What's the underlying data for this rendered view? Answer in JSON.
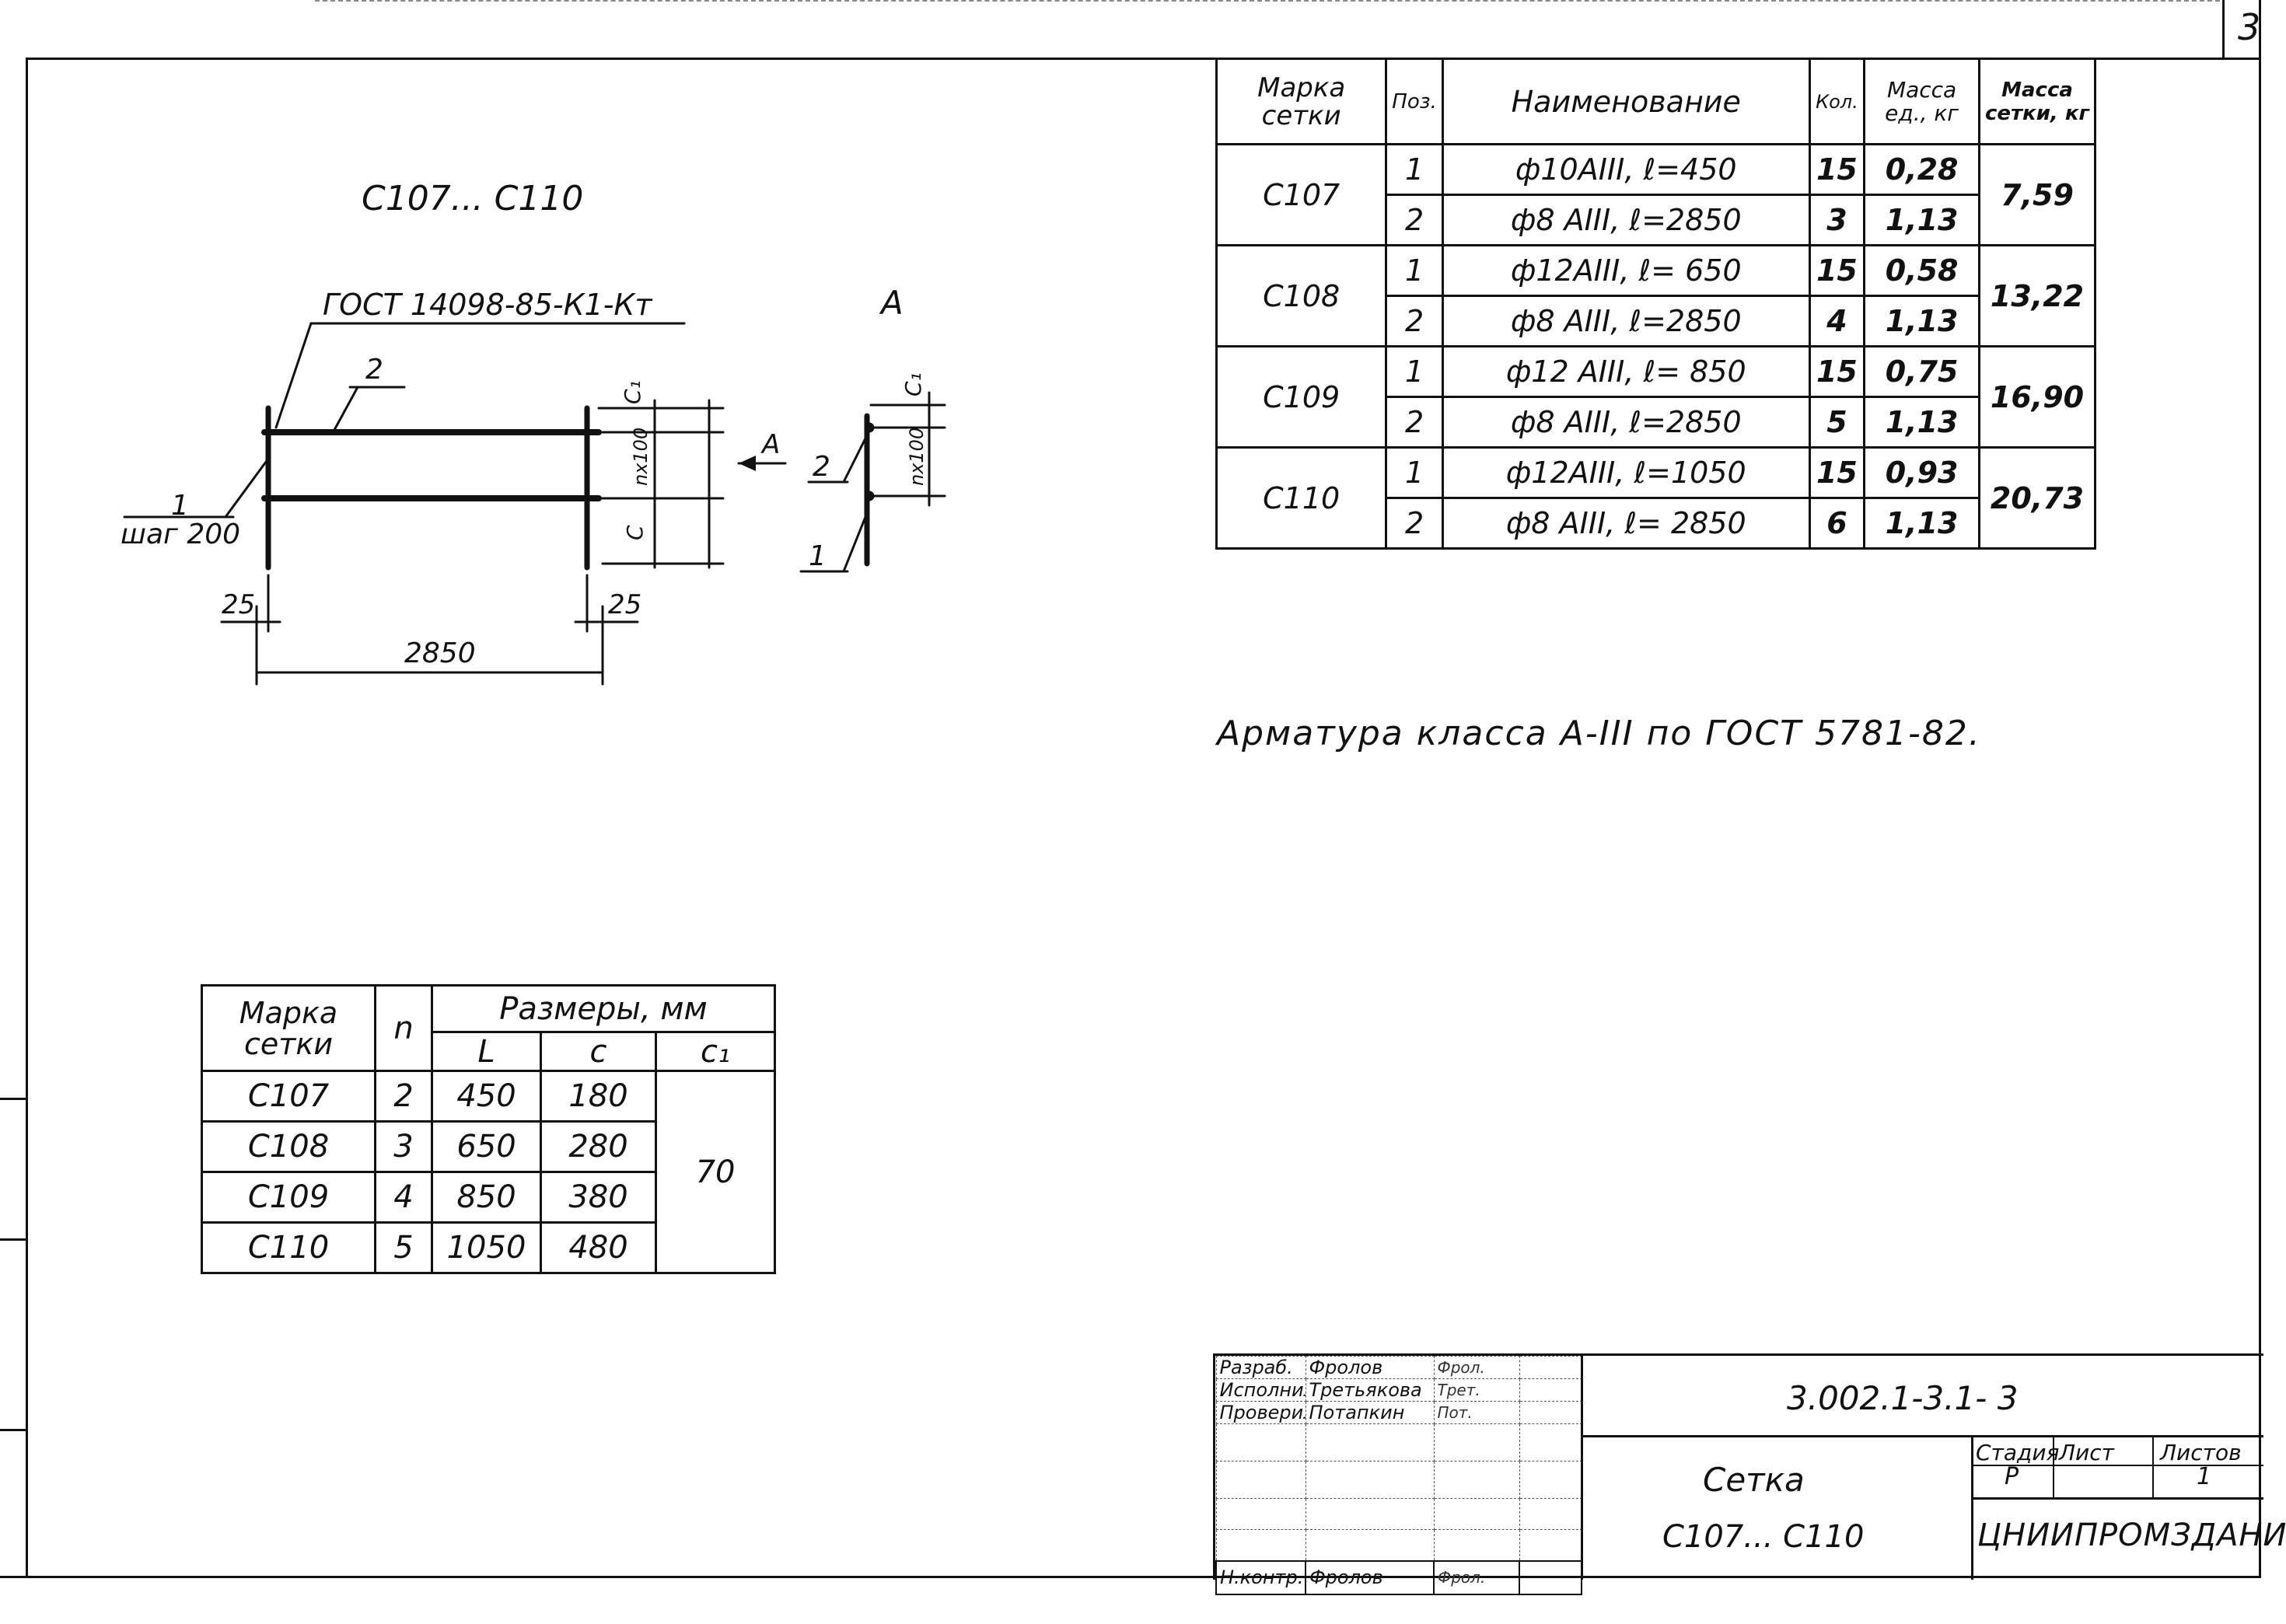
{
  "sheet": {
    "number_corner": "3"
  },
  "drawing": {
    "title": "С107... С110",
    "gost_weld": "ГОСТ 14098-85-К1-Кт",
    "view_label": "А",
    "arrow_label": "А",
    "pos_1": "1",
    "pos_2": "2",
    "step_label": "шаг 200",
    "dim_length": "2850",
    "dim_offset_left": "25",
    "dim_offset_right": "25",
    "dim_c1": "С₁",
    "dim_nx100": "nx100",
    "dim_c": "С",
    "view_c1": "С₁",
    "view_nx100": "nx100",
    "view_pos_2": "2",
    "view_pos_1": "1"
  },
  "spec_table": {
    "headers": {
      "mark": "Марка сетки",
      "pos": "Поз.",
      "name": "Наименование",
      "qty": "Кол.",
      "mass_unit": "Масса ед., кг",
      "mass_mesh": "Масса сетки, кг"
    },
    "groups": [
      {
        "mark": "С107",
        "mass": "7,59",
        "rows": [
          {
            "pos": "1",
            "name": "ф10АIII,   ℓ=450",
            "qty": "15",
            "mass_unit": "0,28"
          },
          {
            "pos": "2",
            "name": "ф8 АIII,   ℓ=2850",
            "qty": "3",
            "mass_unit": "1,13"
          }
        ]
      },
      {
        "mark": "С108",
        "mass": "13,22",
        "rows": [
          {
            "pos": "1",
            "name": "ф12АIII,   ℓ= 650",
            "qty": "15",
            "mass_unit": "0,58"
          },
          {
            "pos": "2",
            "name": "ф8 АIII,   ℓ=2850",
            "qty": "4",
            "mass_unit": "1,13"
          }
        ]
      },
      {
        "mark": "С109",
        "mass": "16,90",
        "rows": [
          {
            "pos": "1",
            "name": "ф12 АIII,  ℓ= 850",
            "qty": "15",
            "mass_unit": "0,75"
          },
          {
            "pos": "2",
            "name": "ф8 АIII,  ℓ=2850",
            "qty": "5",
            "mass_unit": "1,13"
          }
        ]
      },
      {
        "mark": "С110",
        "mass": "20,73",
        "rows": [
          {
            "pos": "1",
            "name": "ф12АIII,  ℓ=1050",
            "qty": "15",
            "mass_unit": "0,93"
          },
          {
            "pos": "2",
            "name": "ф8 АIII,   ℓ= 2850",
            "qty": "6",
            "mass_unit": "1,13"
          }
        ]
      }
    ]
  },
  "note": "Арматура класса А-III по ГОСТ 5781-82.",
  "size_table": {
    "headers": {
      "mark": "Марка сетки",
      "n": "n",
      "sizes": "Размеры, мм",
      "L": "L",
      "c": "c",
      "c1": "c₁"
    },
    "c1_value": "70",
    "rows": [
      {
        "mark": "С107",
        "n": "2",
        "L": "450",
        "c": "180"
      },
      {
        "mark": "С108",
        "n": "3",
        "L": "650",
        "c": "280"
      },
      {
        "mark": "С109",
        "n": "4",
        "L": "850",
        "c": "380"
      },
      {
        "mark": "С110",
        "n": "5",
        "L": "1050",
        "c": "480"
      }
    ]
  },
  "title_block": {
    "doc_code": "3.002.1-3.1- 3",
    "item_name": "Сетка",
    "item_range": "С107... С110",
    "stage_label": "Стадия",
    "sheet_label": "Лист",
    "sheets_label": "Листов",
    "stage_value": "Р",
    "sheet_value": "",
    "sheets_value": "1",
    "organization": "ЦНИИПРОМЗДАНИЙ",
    "roles": [
      {
        "role": "Разраб.",
        "name": "Фролов",
        "sign": "Фрол."
      },
      {
        "role": "Исполнил",
        "name": "Третьякова",
        "sign": "Трет."
      },
      {
        "role": "Проверил",
        "name": "Потапкин",
        "sign": "Пот."
      },
      {
        "role": "",
        "name": "",
        "sign": ""
      },
      {
        "role": "",
        "name": "",
        "sign": ""
      },
      {
        "role": "",
        "name": "",
        "sign": ""
      },
      {
        "role": "",
        "name": "",
        "sign": ""
      },
      {
        "role": "Н.контр.",
        "name": "Фролов",
        "sign": "Фрол."
      }
    ]
  }
}
